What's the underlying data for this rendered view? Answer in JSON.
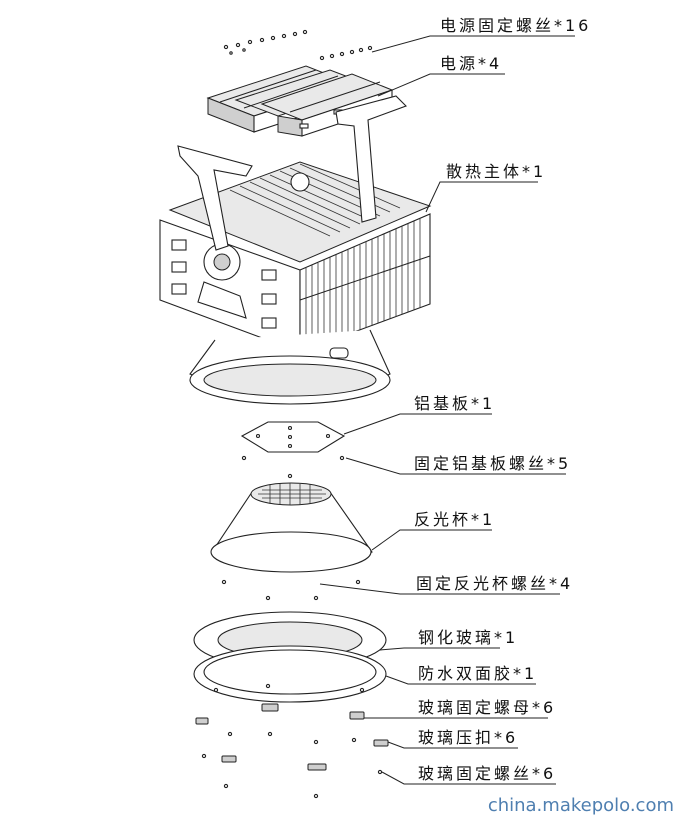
{
  "labels": [
    {
      "id": "power-screw",
      "text": "电源固定螺丝*16"
    },
    {
      "id": "power",
      "text": "电源*4"
    },
    {
      "id": "heatsink",
      "text": "散热主体*1"
    },
    {
      "id": "aluminum-board",
      "text": "铝基板*1"
    },
    {
      "id": "board-screw",
      "text": "固定铝基板螺丝*5"
    },
    {
      "id": "reflector",
      "text": "反光杯*1"
    },
    {
      "id": "reflector-screw",
      "text": "固定反光杯螺丝*4"
    },
    {
      "id": "tempered-glass",
      "text": "钢化玻璃*1"
    },
    {
      "id": "waterproof-tape",
      "text": "防水双面胶*1"
    },
    {
      "id": "glass-nut",
      "text": "玻璃固定螺母*6"
    },
    {
      "id": "glass-clip",
      "text": "玻璃压扣*6"
    },
    {
      "id": "glass-screw",
      "text": "玻璃固定螺丝*6"
    }
  ],
  "watermark": "china.makepolo.com"
}
